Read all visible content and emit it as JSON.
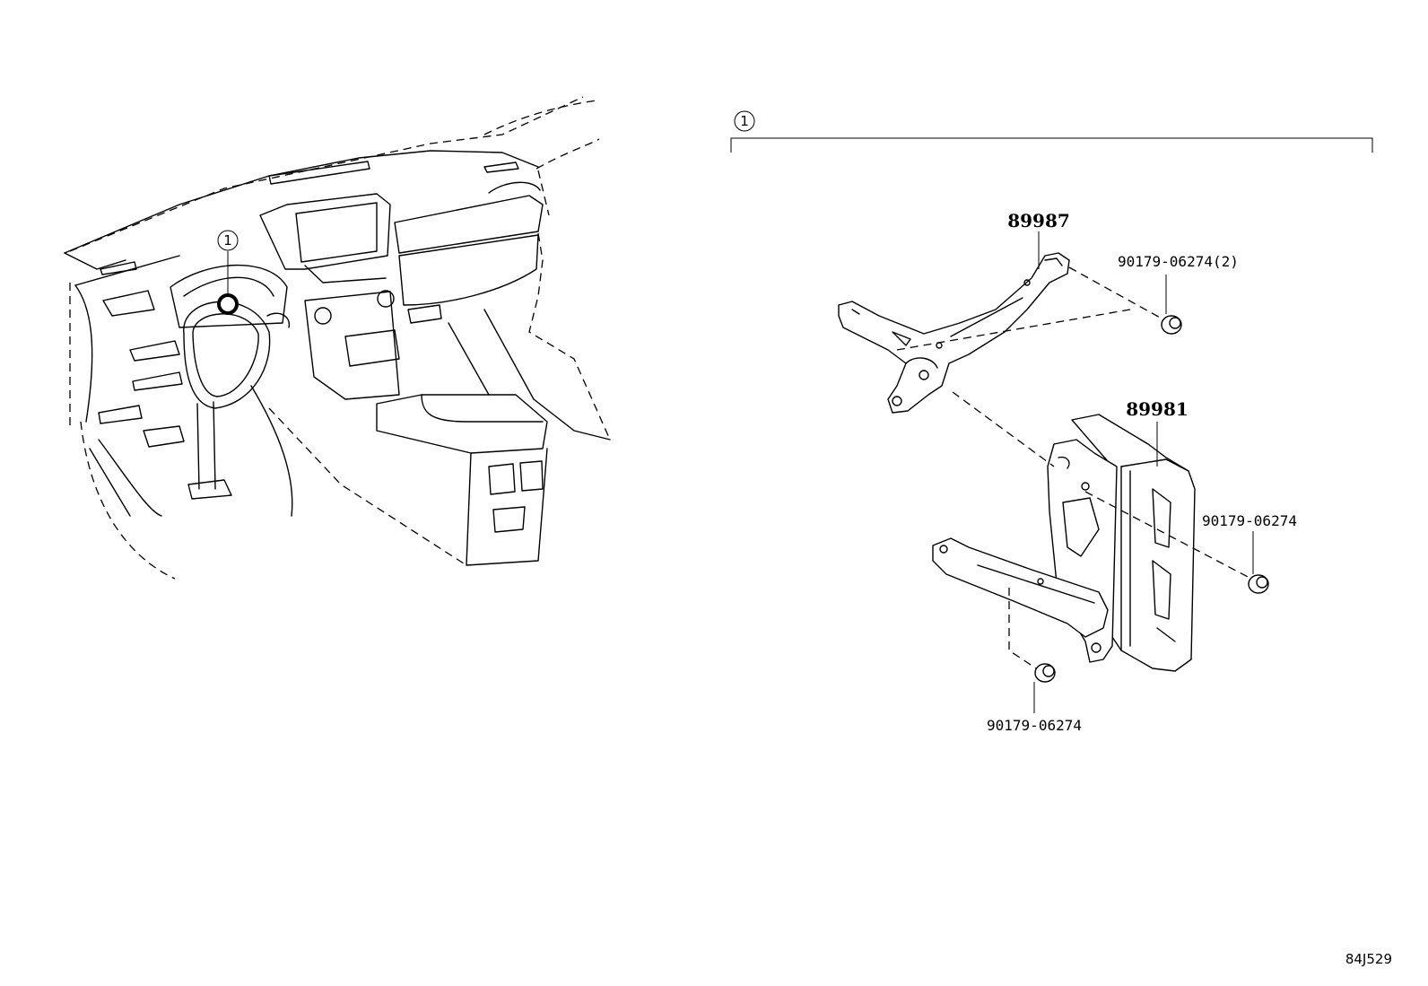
{
  "diagram": {
    "callouts": {
      "assembly_ref": "1",
      "location_ref": "1"
    },
    "parts": {
      "bracket_upper": "89987",
      "control_unit": "89981",
      "nut_top": "90179-06274(2)",
      "nut_right": "90179-06274",
      "nut_bottom": "90179-06274"
    },
    "illustration_code": "84J529"
  }
}
